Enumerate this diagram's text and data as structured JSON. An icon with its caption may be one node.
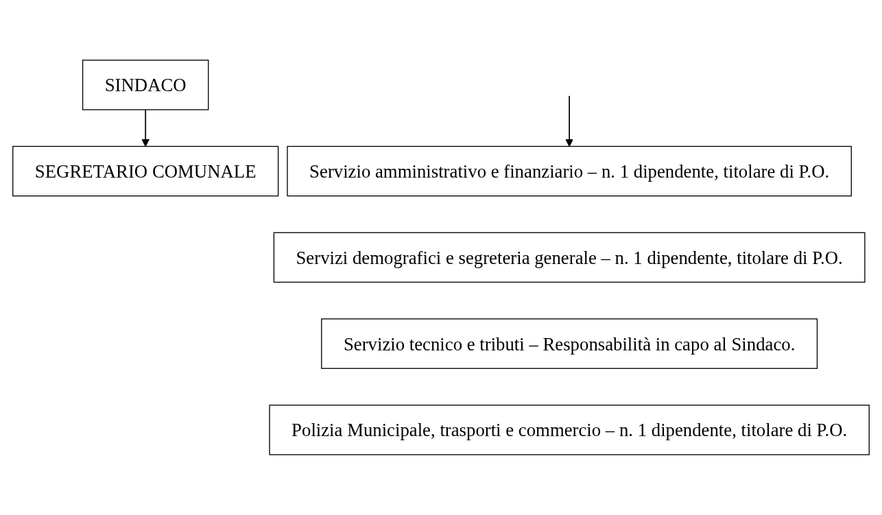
{
  "diagram": {
    "nodes": [
      {
        "text": [
          "SINDACO"
        ]
      },
      {
        "text": [
          "SEGRETARIO COMUNALE"
        ]
      },
      {
        "text": [
          "Servizio amministrativo e finanziario – n. 1 dipendente, titolare di P.O."
        ]
      },
      {
        "text": [
          "Servizi demografici e segreteria generale – n. 1 dipendente, titolare di P.O."
        ]
      },
      {
        "text": [
          "Servizio tecnico e tributi – Responsabilità in capo al Sindaco."
        ]
      },
      {
        "text": [
          "Polizia Municipale, trasporti e commercio – n. 1 dipendente, titolare di P.O."
        ]
      }
    ],
    "edges": [
      {
        "from": 0,
        "to": 1,
        "arrow": "to"
      },
      {
        "from": null,
        "to": 2,
        "arrow": "to"
      }
    ]
  }
}
